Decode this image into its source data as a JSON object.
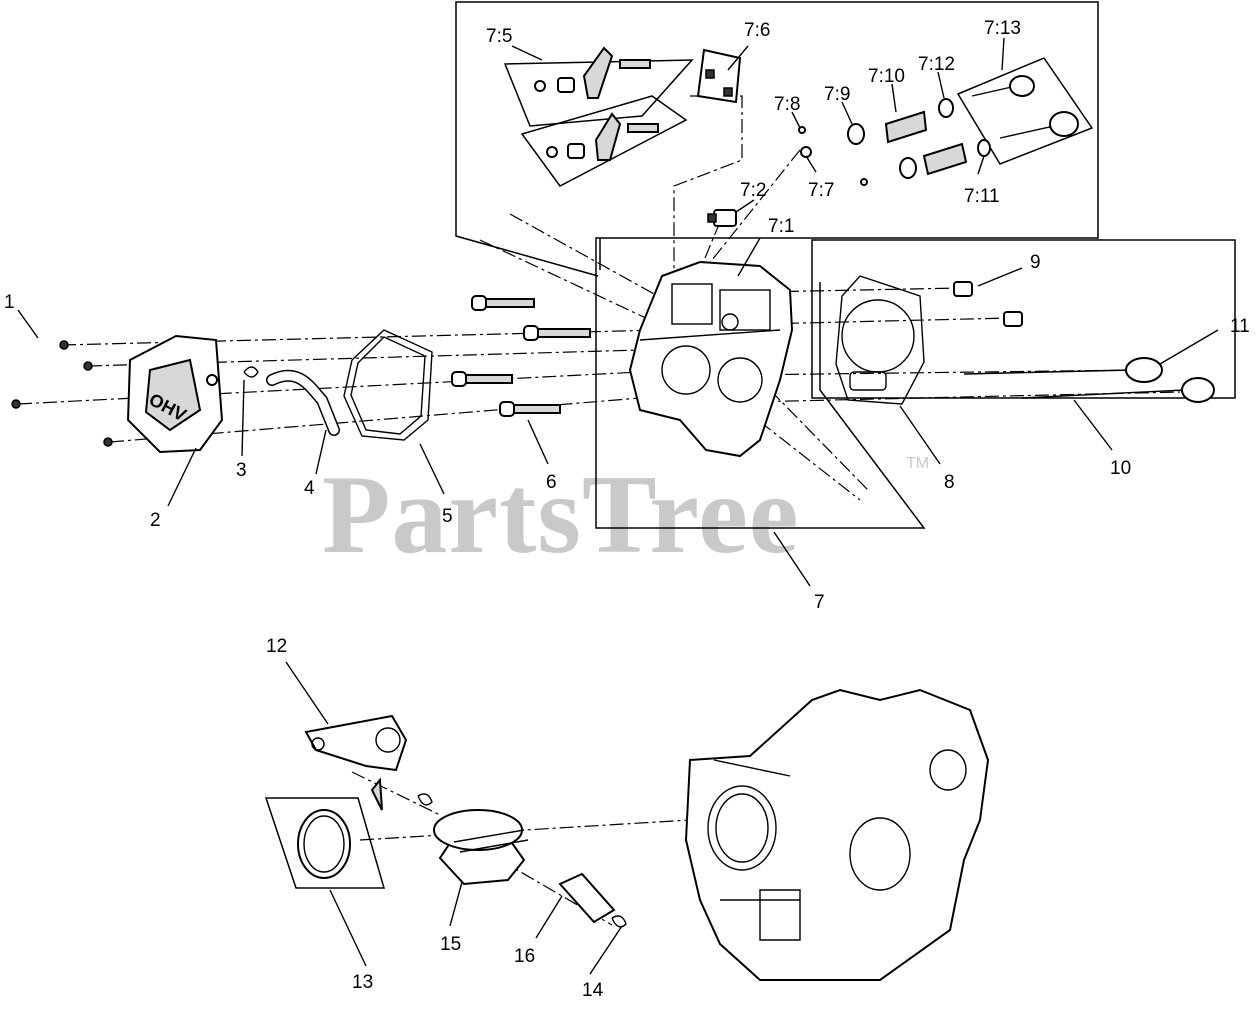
{
  "watermark": {
    "text": "PartsTree",
    "tm": "TM"
  },
  "labels": {
    "p1": "1",
    "p2": "2",
    "p3": "3",
    "p4": "4",
    "p5": "5",
    "p6": "6",
    "p7": "7",
    "p8": "8",
    "p9": "9",
    "p10": "10",
    "p11": "11",
    "p12": "12",
    "p13": "13",
    "p14": "14",
    "p15": "15",
    "p16": "16",
    "p7_1": "7:1",
    "p7_2": "7:2",
    "p7_5": "7:5",
    "p7_6": "7:6",
    "p7_7": "7:7",
    "p7_8": "7:8",
    "p7_9": "7:9",
    "p7_10": "7:10",
    "p7_11": "7:11",
    "p7_12": "7:12",
    "p7_13": "7:13"
  },
  "cover_embossing": "OHV"
}
